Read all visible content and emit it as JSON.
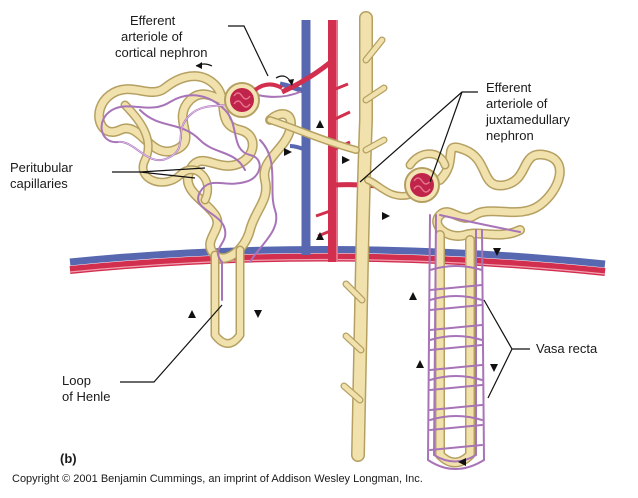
{
  "figure": {
    "panel_label": "(b)",
    "copyright": "Copyright © 2001 Benjamin Cummings, an imprint of Addison Wesley Longman, Inc."
  },
  "labels": {
    "efferent_cortical": [
      "Efferent",
      "arteriole of",
      "cortical nephron"
    ],
    "efferent_juxta": [
      "Efferent",
      "arteriole of",
      "juxtamedullary",
      "nephron"
    ],
    "peritubular": [
      "Peritubular",
      "capillaries"
    ],
    "loop_henle": [
      "Loop",
      "of Henle"
    ],
    "vasa_recta": [
      "Vasa recta"
    ]
  },
  "colors": {
    "tubule": "#eedc9f",
    "tubule_outline": "#b5a062",
    "artery": "#d22e4e",
    "vein": "#5868b0",
    "capillary": "#a874b8",
    "glomerulus": "#c0244a"
  }
}
